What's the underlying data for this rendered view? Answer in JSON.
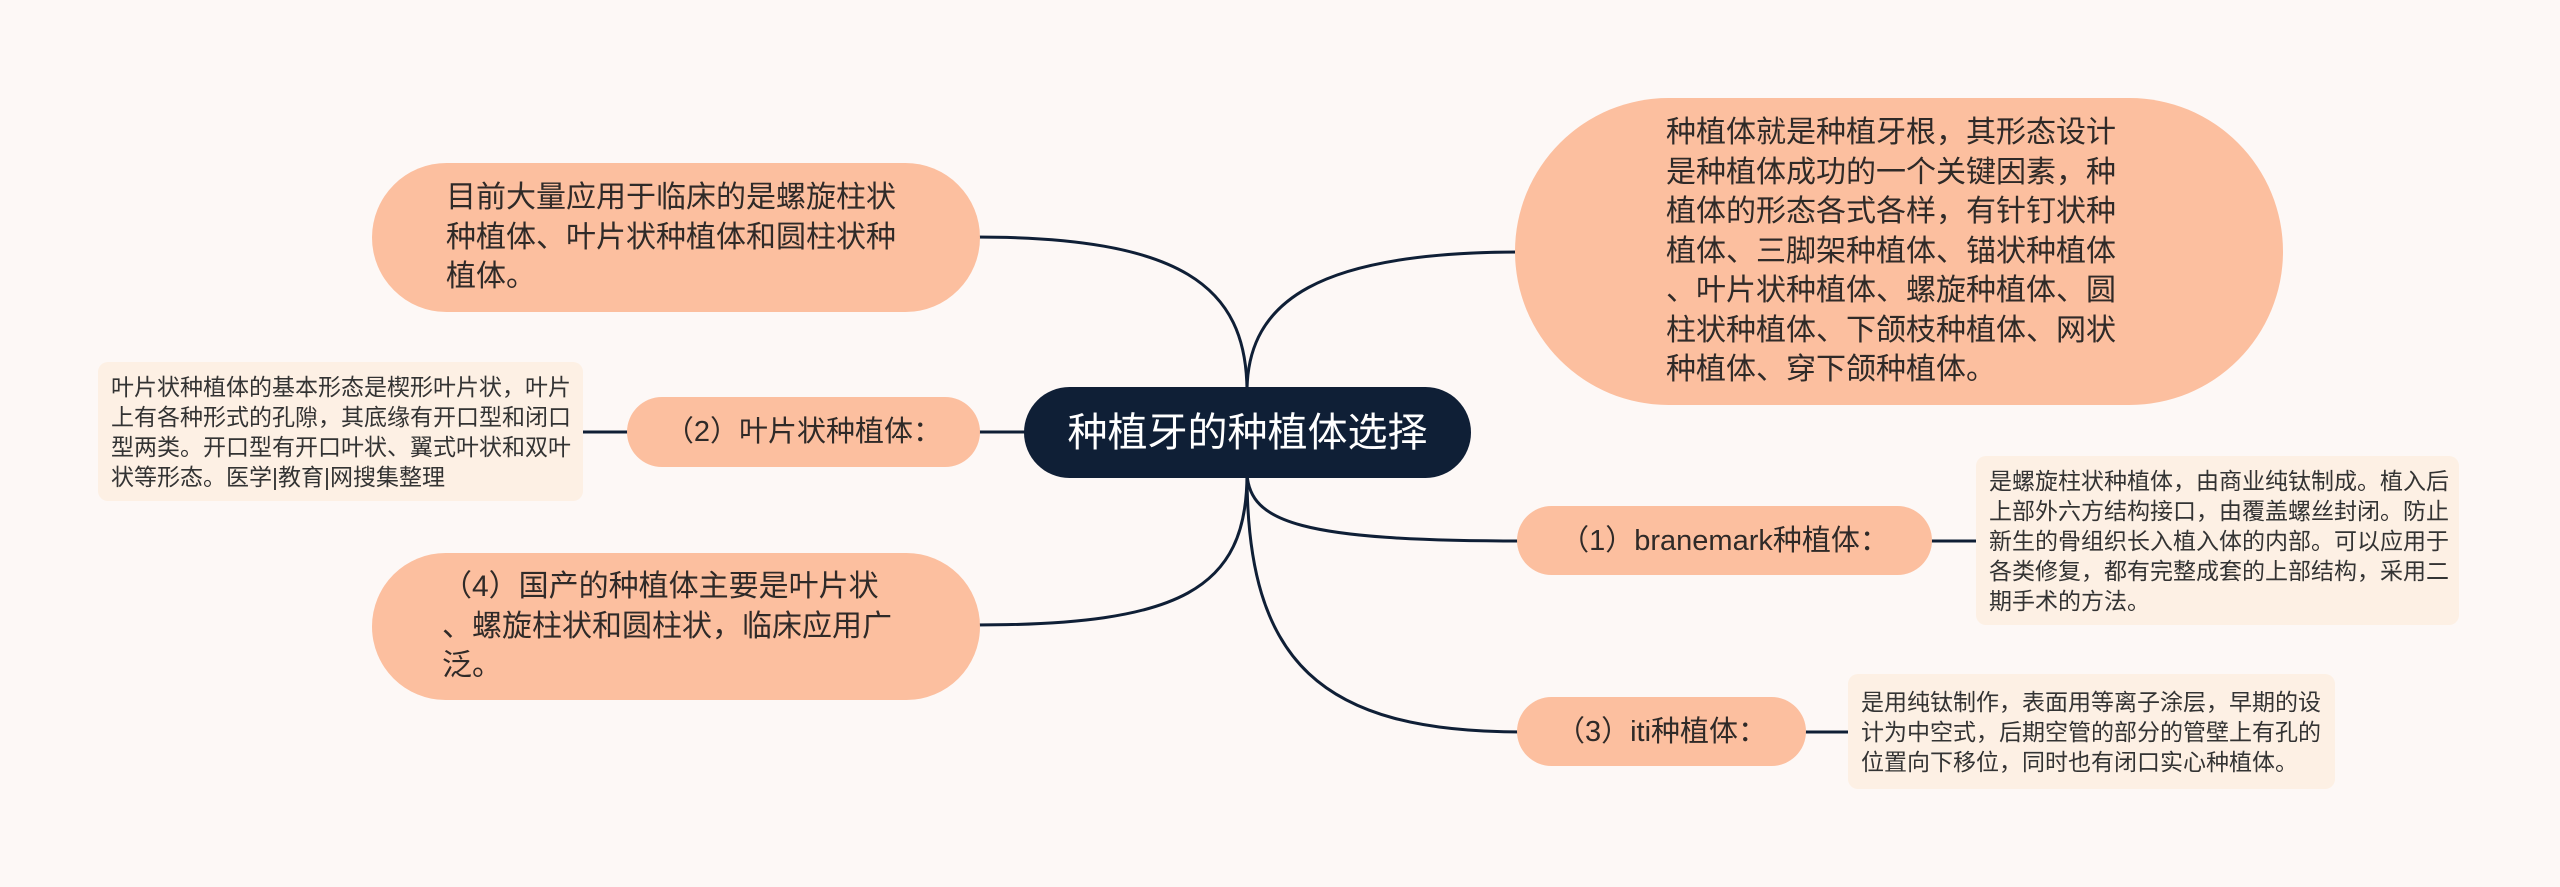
{
  "title": "种植牙的种植体选择",
  "colors": {
    "background": "#fdf8f6",
    "central_node": "#0f1f36",
    "topic_node": "#fcbf9f",
    "detail_box": "#fdf0e4",
    "connector": "#0f1f36"
  },
  "nodes": {
    "definition": {
      "lines": [
        "种植体就是种植牙根，其形态设计",
        "是种植体成功的一个关键因素，种",
        "植体的形态各式各样，有针钉状种",
        "植体、三脚架种植体、锚状种植体",
        "、叶片状种植体、螺旋种植体、圆",
        "柱状种植体、下颌枝种植体、网状",
        "种植体、穿下颌种植体。"
      ]
    },
    "clinical_use": {
      "lines": [
        "目前大量应用于临床的是螺旋柱状",
        "种植体、叶片状种植体和圆柱状种",
        "植体。"
      ]
    },
    "leaf_implant": {
      "label": "（2）叶片状种植体：",
      "detail_lines": [
        "叶片状种植体的基本形态是楔形叶片状，叶片",
        "上有各种形式的孔隙，其底缘有开口型和闭口",
        "型两类。开口型有开口叶状、翼式叶状和双叶",
        "状等形态。医学|教育|网搜集整理"
      ]
    },
    "domestic": {
      "lines": [
        "（4）国产的种植体主要是叶片状",
        "、螺旋柱状和圆柱状，临床应用广",
        "泛。"
      ]
    },
    "branemark": {
      "label": "（1）branemark种植体：",
      "detail_lines": [
        "是螺旋柱状种植体，由商业纯钛制成。植入后",
        "上部外六方结构接口，由覆盖螺丝封闭。防止",
        "新生的骨组织长入植入体的内部。可以应用于",
        "各类修复，都有完整成套的上部结构，采用二",
        "期手术的方法。"
      ]
    },
    "iti": {
      "label": "（3）iti种植体：",
      "detail_lines": [
        "是用纯钛制作，表面用等离子涂层，早期的设",
        "计为中空式，后期空管的部分的管壁上有孔的",
        "位置向下移位，同时也有闭口实心种植体。"
      ]
    }
  }
}
